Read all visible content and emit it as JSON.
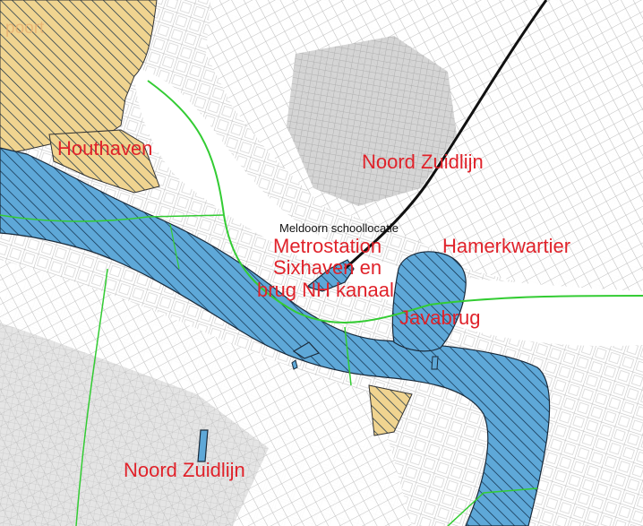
{
  "map": {
    "labels": {
      "top_left_fragment": "poort",
      "houthaven": "Houthaven",
      "noord_zuidlijn_top": "Noord Zuidlijn",
      "meldpoint": "Meldoorn schoollocatie",
      "metrostation": "Metrostation",
      "sixhaven": "Sixhaven en",
      "brug_nh": "brug NH kanaal",
      "hamerkwartier": "Hamerkwartier",
      "javabrug": "Javabrug",
      "noord_zuidlijn_bottom": "Noord Zuidlijn"
    },
    "colors": {
      "background": "#ffffff",
      "streets": "#c8c8c8",
      "water_zone": "#5ea8d8",
      "hatch": "#0e2a44",
      "tan_zone": "#f0d490",
      "green_line": "#33cc33",
      "metro_line": "#111111",
      "label_red": "#e0222a"
    }
  }
}
